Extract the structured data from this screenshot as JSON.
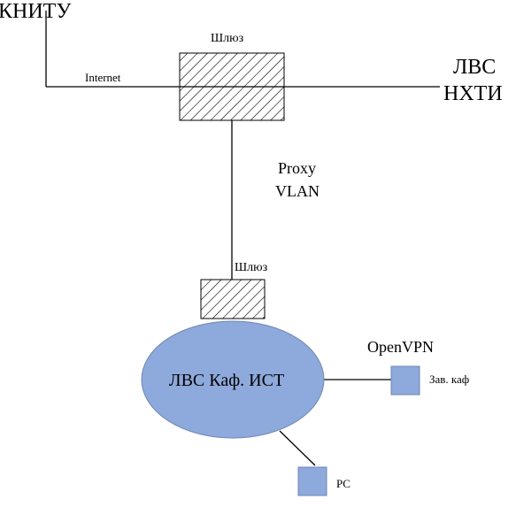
{
  "labels": {
    "kniti": "КНИТУ",
    "internet": "Internet",
    "gateway_top": "Шлюз",
    "lan_nhti_line1": "ЛВС",
    "lan_nhti_line2": "НХТИ",
    "proxy": "Proxy",
    "vlan": "VLAN",
    "gateway_bottom": "Шлюз",
    "lan_dept": "ЛВС Каф. ИСТ",
    "openvpn": "OpenVPN",
    "head_dept": "Зав. каф",
    "pc": "PC"
  },
  "colors": {
    "line": "#000000",
    "hatch": "#000000",
    "node_fill": "#8EA9DB",
    "node_stroke": "#6F86B3",
    "background": "#FFFFFF"
  },
  "icons": {
    "gateway": "hatched-box",
    "lan": "ellipse",
    "workstation": "square"
  }
}
